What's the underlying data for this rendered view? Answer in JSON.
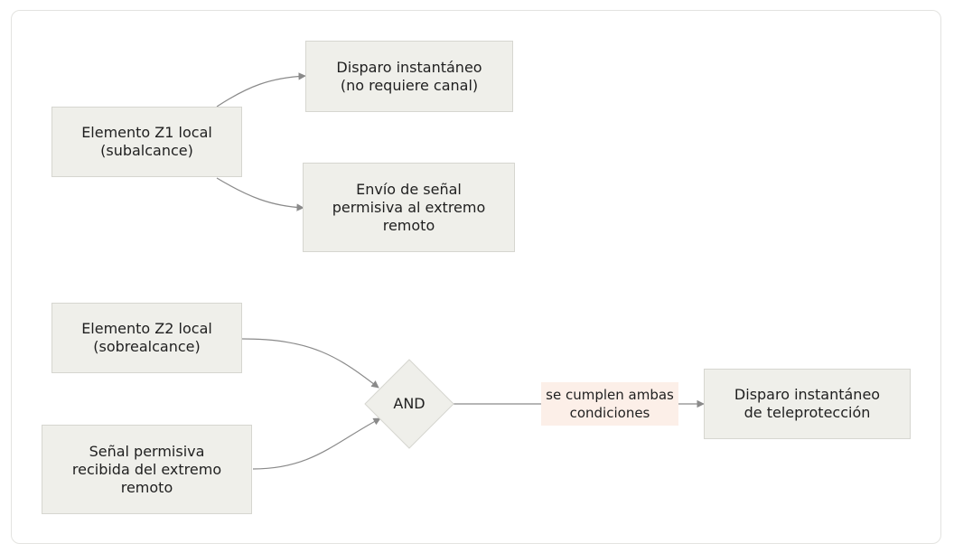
{
  "diagram": {
    "nodes": {
      "z1_local": "Elemento Z1 local\n(subalcance)",
      "instant_trip_no_channel": "Disparo instantáneo\n(no requiere canal)",
      "send_permissive": "Envío de señal\npermisiva al extremo\nremoto",
      "z2_local": "Elemento Z2 local\n(sobrealcance)",
      "received_permissive": "Señal permisiva\nrecibida del extremo\nremoto",
      "and_gate": "AND",
      "teleprotection_trip": "Disparo instantáneo\nde teleprotección"
    },
    "edge_labels": {
      "and_to_trip": "se cumplen ambas\ncondiciones"
    },
    "colors": {
      "node_fill": "#efefea",
      "node_border": "#d6d6d0",
      "edge": "#8a8a8a",
      "edge_label_bg": "#fcefe8"
    }
  }
}
